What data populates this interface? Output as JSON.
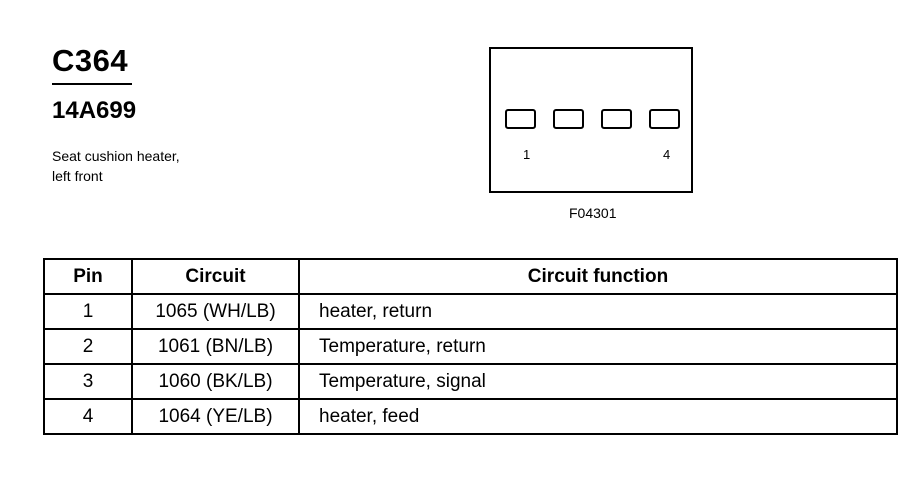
{
  "connector": {
    "id": "C364",
    "part_number": "14A699",
    "description_line1": "Seat cushion heater,",
    "description_line2": "left front"
  },
  "diagram": {
    "pin_label_first": "1",
    "pin_label_last": "4",
    "figure_id": "F04301"
  },
  "table": {
    "headers": [
      "Pin",
      "Circuit",
      "Circuit function"
    ],
    "rows": [
      {
        "pin": "1",
        "circuit": "1065 (WH/LB)",
        "function": "heater, return"
      },
      {
        "pin": "2",
        "circuit": "1061 (BN/LB)",
        "function": "Temperature, return"
      },
      {
        "pin": "3",
        "circuit": "1060 (BK/LB)",
        "function": "Temperature, signal"
      },
      {
        "pin": "4",
        "circuit": "1064 (YE/LB)",
        "function": "heater, feed"
      }
    ]
  }
}
